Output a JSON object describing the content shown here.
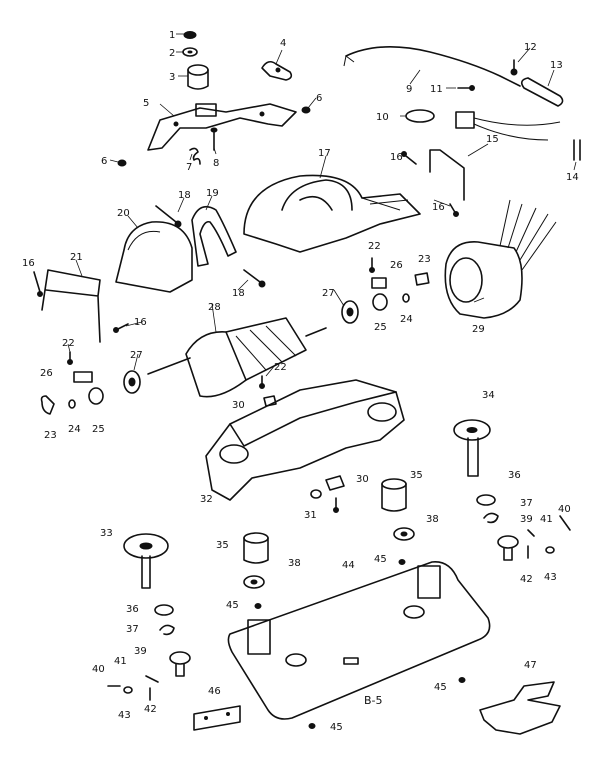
{
  "callouts": [
    "1",
    "2",
    "3",
    "4",
    "5",
    "6",
    "6",
    "7",
    "8",
    "9",
    "10",
    "11",
    "12",
    "13",
    "14",
    "15",
    "16",
    "16",
    "16",
    "16",
    "17",
    "18",
    "18",
    "19",
    "20",
    "21",
    "22",
    "22",
    "22",
    "23",
    "23",
    "24",
    "24",
    "25",
    "25",
    "26",
    "26",
    "27",
    "27",
    "28",
    "29",
    "30",
    "30",
    "31",
    "32",
    "33",
    "34",
    "35",
    "35",
    "36",
    "36",
    "37",
    "37",
    "38",
    "38",
    "39",
    "39",
    "40",
    "40",
    "41",
    "41",
    "42",
    "42",
    "43",
    "43",
    "44",
    "45",
    "45",
    "45",
    "45",
    "46",
    "47"
  ],
  "page_code": "B-5"
}
